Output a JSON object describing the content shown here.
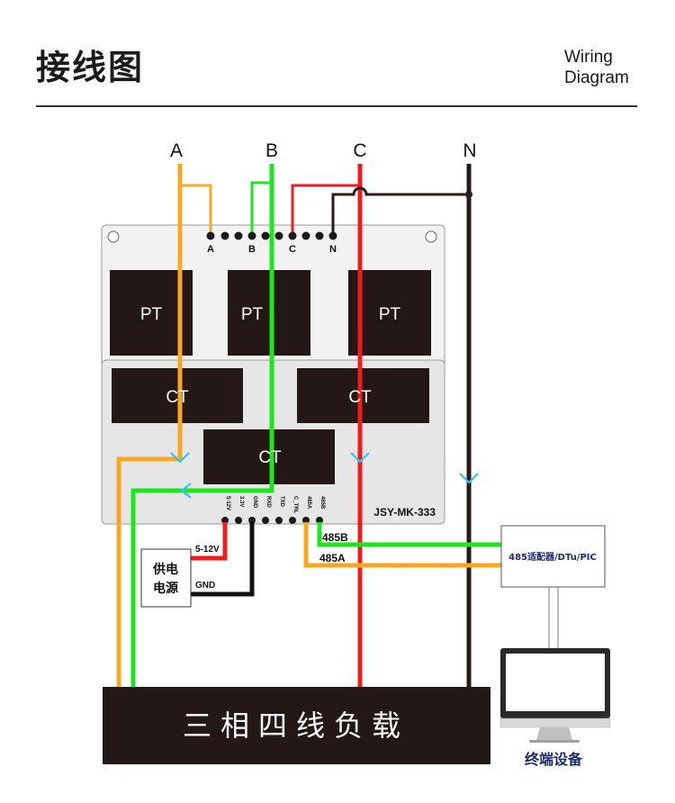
{
  "header": {
    "title": "接线图",
    "subtitle_line1": "Wiring",
    "subtitle_line2": "Diagram"
  },
  "phases": {
    "a": "A",
    "b": "B",
    "c": "C",
    "n": "N"
  },
  "terminals": {
    "a": "A",
    "b": "B",
    "c": "C",
    "n": "N"
  },
  "module": {
    "name": "JSY-MK-333",
    "pt_label": "PT",
    "ct_label": "CT",
    "pins": [
      "5-12V",
      "3.3V",
      "GND",
      "RXD",
      "TXD",
      "C_TRL",
      "485A",
      "485B"
    ]
  },
  "power_supply": {
    "label_line1": "供电",
    "label_line2": "电源",
    "vplus_label": "5-12V",
    "gnd_label": "GND"
  },
  "bus": {
    "b_label": "485B",
    "a_label": "485A"
  },
  "adapter": {
    "label": "485适配器/DTu/PIC"
  },
  "load": {
    "label": "三相四线负载"
  },
  "terminal_device": {
    "label": "终端设备"
  },
  "colors": {
    "phase_a": "#f7a823",
    "phase_b": "#1fe51f",
    "phase_c": "#ee1c1c",
    "neutral": "#2b1b17",
    "block": "#231815",
    "board_top": "#f2f2f2",
    "board_bottom": "#e6e6e6",
    "arrow": "#2ec5f0"
  }
}
